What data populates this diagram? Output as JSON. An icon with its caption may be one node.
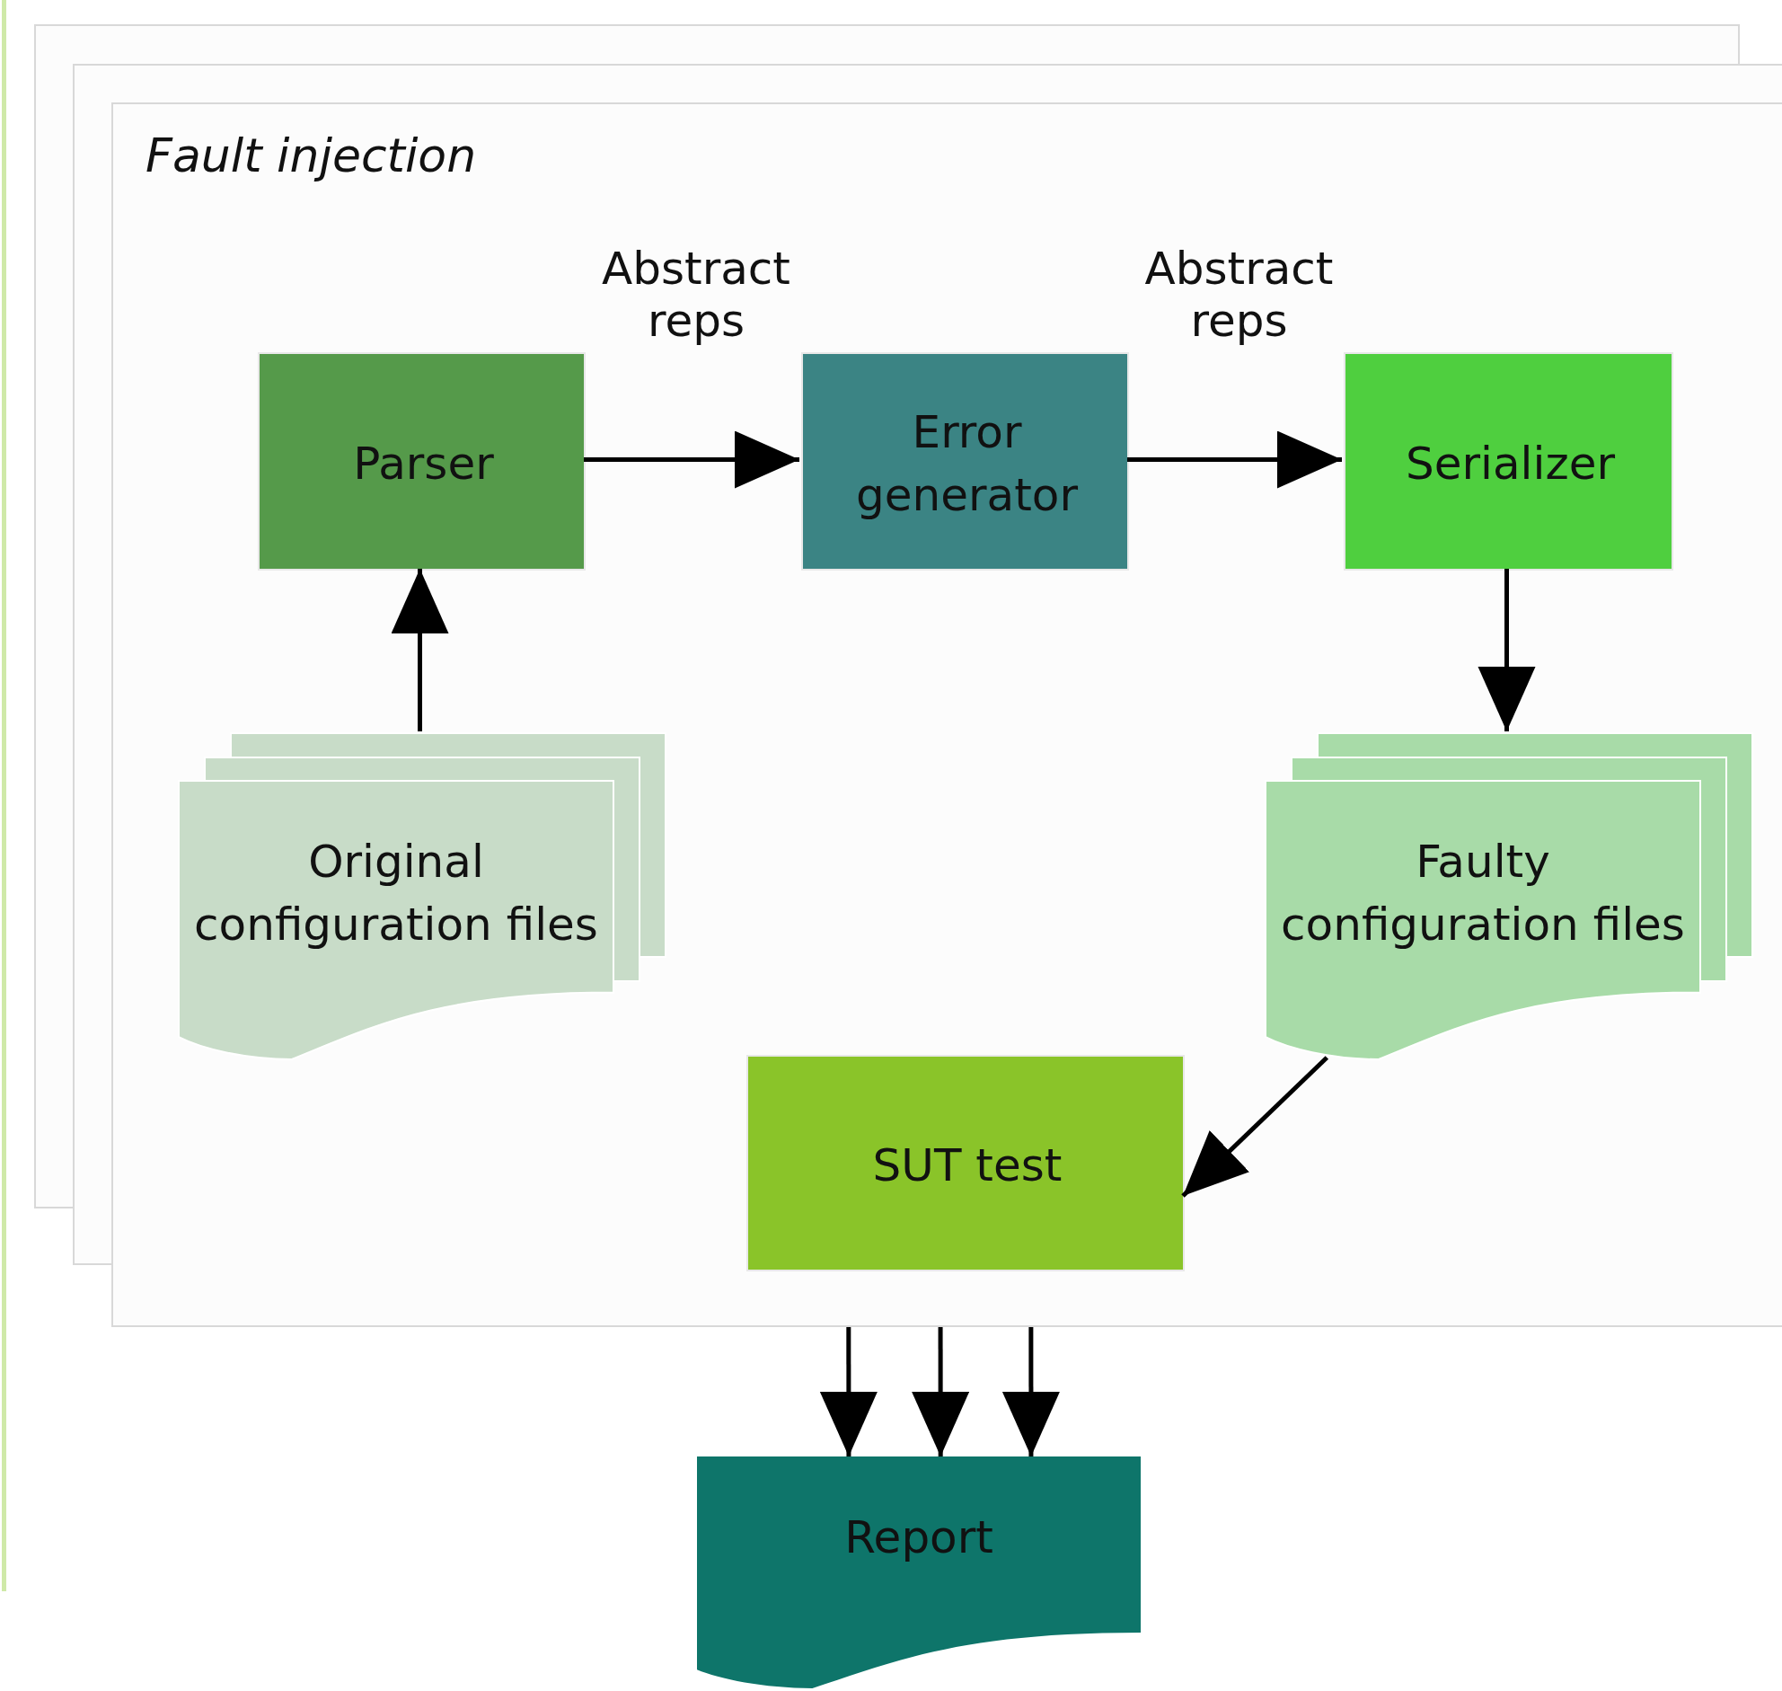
{
  "diagram": {
    "nodes": [
      {
        "text": [
          "Fault injection"
        ]
      },
      {
        "text": [
          "Parser"
        ],
        "in": 0
      },
      {
        "text": [
          "Error generator"
        ],
        "in": 0
      },
      {
        "text": [
          "Serializer"
        ],
        "in": 0
      },
      {
        "text": [
          "Original configuration files"
        ],
        "in": 0
      },
      {
        "text": [
          "Faulty configuration files"
        ],
        "in": 0
      },
      {
        "text": [
          "SUT test"
        ],
        "in": 0
      },
      {
        "text": [
          "Report"
        ]
      }
    ],
    "edges": [
      {
        "from": 4,
        "to": 1,
        "arrow": "to"
      },
      {
        "from": 1,
        "to": 2,
        "arrow": "to",
        "label": "Abstract reps"
      },
      {
        "from": 2,
        "to": 3,
        "arrow": "to",
        "label": "Abstract reps"
      },
      {
        "from": 3,
        "to": 5,
        "arrow": "to"
      },
      {
        "from": 5,
        "to": 6,
        "arrow": "to"
      },
      {
        "from": 0,
        "to": 7,
        "arrow": "to"
      },
      {
        "from": 0,
        "to": 7,
        "arrow": "to"
      },
      {
        "from": 0,
        "to": 7,
        "arrow": "to"
      }
    ]
  }
}
